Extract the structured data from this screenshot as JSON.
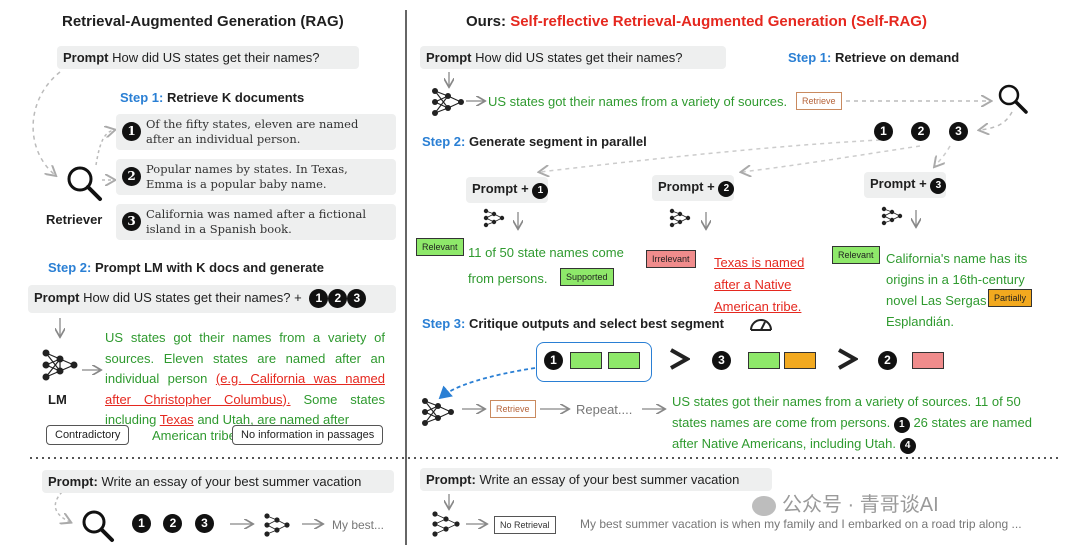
{
  "left": {
    "title": "Retrieval-Augmented Generation (RAG)",
    "prompt_label": "Prompt",
    "prompt_text": "How did US states get their names?",
    "step1_label": "Step 1:",
    "step1_text": "Retrieve K documents",
    "docs": [
      {
        "num": "1",
        "text": "Of the fifty states, eleven are named after an individual person."
      },
      {
        "num": "2",
        "text": "Popular names by states. In Texas, Emma is a popular baby name."
      },
      {
        "num": "3",
        "text": "California was named after a fictional island in a Spanish book."
      }
    ],
    "retriever_label": "Retriever",
    "step2_label": "Step 2:",
    "step2_text": "Prompt LM with K docs and generate",
    "prompt2_text": "How did US states get their names? +",
    "prompt2_nums": [
      "1",
      "2",
      "3"
    ],
    "lm_label": "LM",
    "output_green1": "US states got their names from a variety of sources. Eleven states are named after an individual person",
    "output_red1": "(e.g. California was named after Christopher Columbus).",
    "output_green2": "Some states including",
    "output_red2": "Texas",
    "output_green3": "and Utah, are named after",
    "output_green4": "American tribe.",
    "callout_contradictory": "Contradictory",
    "callout_noinfo": "No information in passages"
  },
  "right": {
    "title_prefix": "Ours:",
    "title_main": "Self-reflective Retrieval-Augmented Generation (",
    "title_sr": "Self-RAG",
    "title_close": ")",
    "prompt_label": "Prompt",
    "prompt_text": "How did US states get their names?",
    "step1_label": "Step 1:",
    "step1_text": "Retrieve on demand",
    "gen_text": "US states got their names from a variety of sources.",
    "retrieve_tag": "Retrieve",
    "nums": [
      "1",
      "2",
      "3"
    ],
    "step2_label": "Step 2:",
    "step2_text": "Generate segment in parallel",
    "prompt_plus": "Prompt +",
    "seg1": {
      "tag": "Relevant",
      "text": "11 of 50 state names come from persons.",
      "tag2": "Supported"
    },
    "seg2": {
      "tag": "Irrelevant",
      "text": "Texas is named after a Native American tribe."
    },
    "seg3": {
      "tag": "Relevant",
      "text": "California's name has its origins in a 16th-century novel Las Sergas de Esplandián.",
      "tag2": "Partially"
    },
    "step3_label": "Step 3:",
    "step3_text": "Critique outputs and select best segment",
    "rank_nums": [
      "1",
      "3",
      "2"
    ],
    "repeat_text": "Repeat....",
    "final_green": "US states got their names from a variety of sources. 11 of 50 states names are come from persons.",
    "final_green2": "26 states are named after Native Americans, including Utah.",
    "final_nums": [
      "1",
      "4"
    ]
  },
  "bottom": {
    "left_prompt_label": "Prompt:",
    "left_prompt_text": "Write an essay of your best summer vacation",
    "left_nums": [
      "1",
      "2",
      "3"
    ],
    "left_output": "My best...",
    "right_prompt_label": "Prompt:",
    "right_prompt_text": "Write an essay of your best summer vacation",
    "no_retrieval_tag": "No Retrieval",
    "right_output": "My best summer vacation is when my family and I embarked on a road trip along ...",
    "watermark": "公众号 · 青哥谈AI"
  },
  "colors": {
    "red": "#e5281f",
    "blue": "#2a7fd4",
    "green": "#2f9a2f",
    "tag_green": "#8ee86a",
    "tag_pink": "#f08c8c",
    "tag_orange": "#f2a91f"
  }
}
